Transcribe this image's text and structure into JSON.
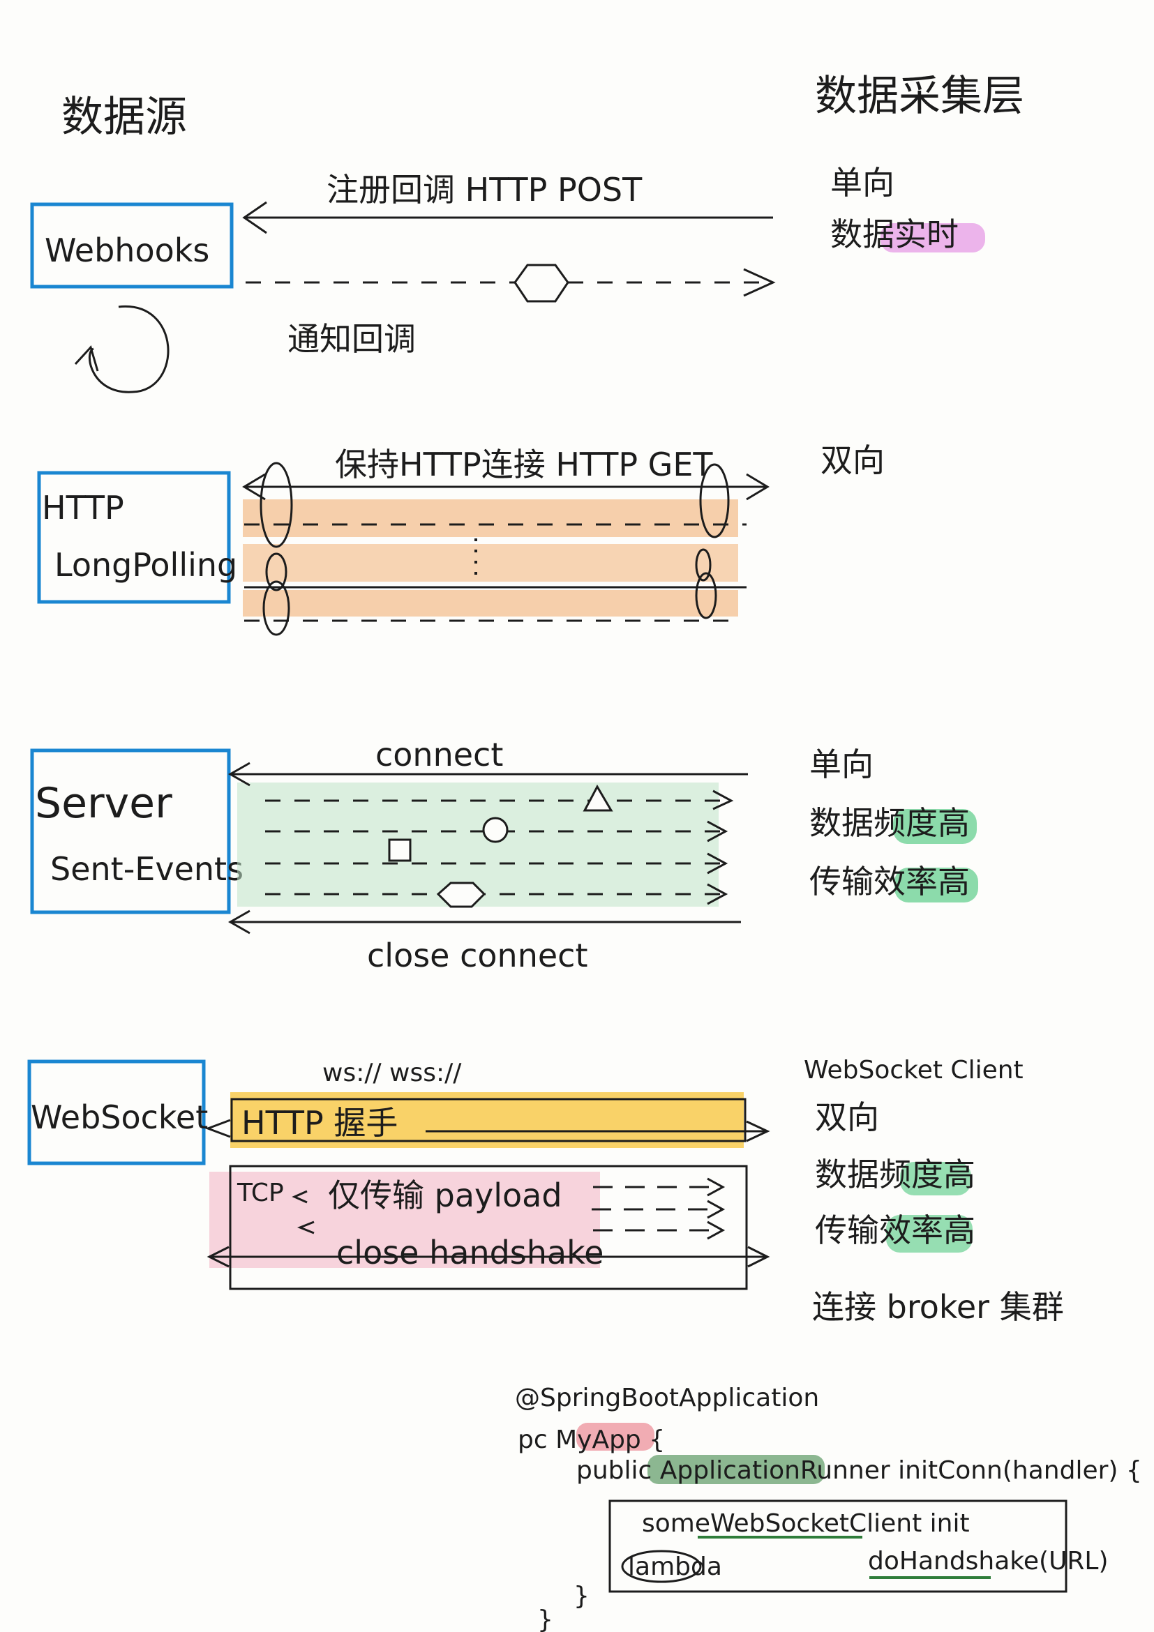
{
  "headers": {
    "source": "数据源",
    "consumer": "数据采集层"
  },
  "webhooks": {
    "label": "Webhooks",
    "top_arrow": "注册回调 HTTP POST",
    "bottom_text": "通知回调",
    "right_line1": "单向",
    "right_line2": "数据实时"
  },
  "longpolling": {
    "label_line1": "HTTP",
    "label_line2": "LongPolling",
    "top_text": "保持HTTP连接 HTTP GET",
    "right": "双向"
  },
  "sse": {
    "label_line1": "Server",
    "label_line2": "Sent-Events",
    "connect": "connect",
    "close": "close connect",
    "right_line1": "单向",
    "right_line2": "数据频度高",
    "right_line3": "传输效率高"
  },
  "websocket": {
    "label": "WebSocket",
    "protocols": "ws:// wss://",
    "handshake": "HTTP 握手",
    "tcp": "TCP",
    "payload": "仅传输 payload",
    "close": "close handshake",
    "right_line1": "WebSocket Client",
    "right_line2": "双向",
    "right_line3": "数据频度高",
    "right_line4": "传输效率高",
    "right_line5": "连接 broker 集群"
  },
  "code": {
    "line1": "@SpringBootApplication",
    "line2": "pc MyApp {",
    "line3": "public ApplicationRunner initConn(handler) {",
    "line4": "someWebSocketClient init",
    "line5_left": "lambda",
    "line5_right": "doHandshake(URL)",
    "close1": "}",
    "close2": "}"
  },
  "colors": {
    "box": "#1a86d1",
    "webhooks_highlight": "#d85ad6",
    "longpolling_fill": "#f0a15c",
    "sse_fill": "#bfe3c8",
    "sse_highlight": "#2fbf6a",
    "ws_handshake_fill": "#f6bf2a",
    "ws_payload_fill": "#f4b8c8",
    "code_green": "#2f7d3a",
    "code_pink": "#e86a78"
  }
}
